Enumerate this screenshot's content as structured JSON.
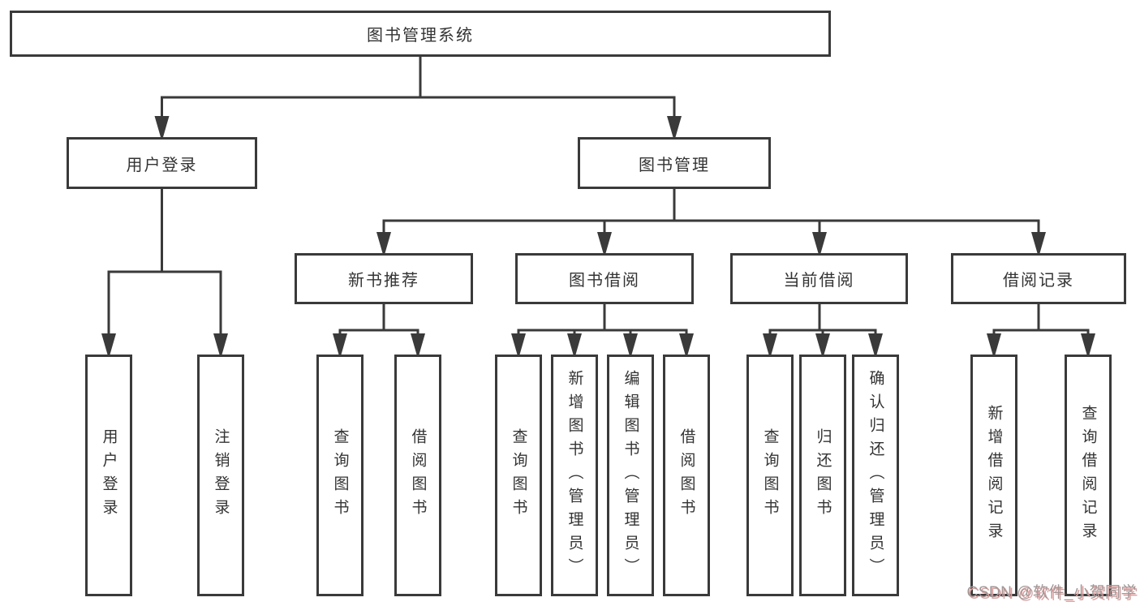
{
  "diagram": {
    "root": {
      "label": "图书管理系统"
    },
    "level2": [
      {
        "label": "用户登录"
      },
      {
        "label": "图书管理"
      }
    ],
    "level3": [
      {
        "label": "新书推荐"
      },
      {
        "label": "图书借阅"
      },
      {
        "label": "当前借阅"
      },
      {
        "label": "借阅记录"
      }
    ],
    "leaves": {
      "user_login": [
        {
          "label": "用户登录"
        },
        {
          "label": "注销登录"
        }
      ],
      "new_book": [
        {
          "label": "查询图书"
        },
        {
          "label": "借阅图书"
        }
      ],
      "book_borrow": [
        {
          "label": "查询图书"
        },
        {
          "label": "新增图书（管理员）"
        },
        {
          "label": "编辑图书（管理员）"
        },
        {
          "label": "借阅图书"
        }
      ],
      "current_borrow": [
        {
          "label": "查询图书"
        },
        {
          "label": "归还图书"
        },
        {
          "label": "确认归还（管理员）"
        }
      ],
      "borrow_records": [
        {
          "label": "新增借阅记录"
        },
        {
          "label": "查询借阅记录"
        }
      ]
    }
  },
  "watermark": {
    "text": "CSDN @软件_小贺同学"
  },
  "colors": {
    "line": "#3a3a3a",
    "text": "#333333",
    "background": "#ffffff",
    "watermark": "#9a9a9a",
    "watermark_shadow": "#e89a9a"
  }
}
